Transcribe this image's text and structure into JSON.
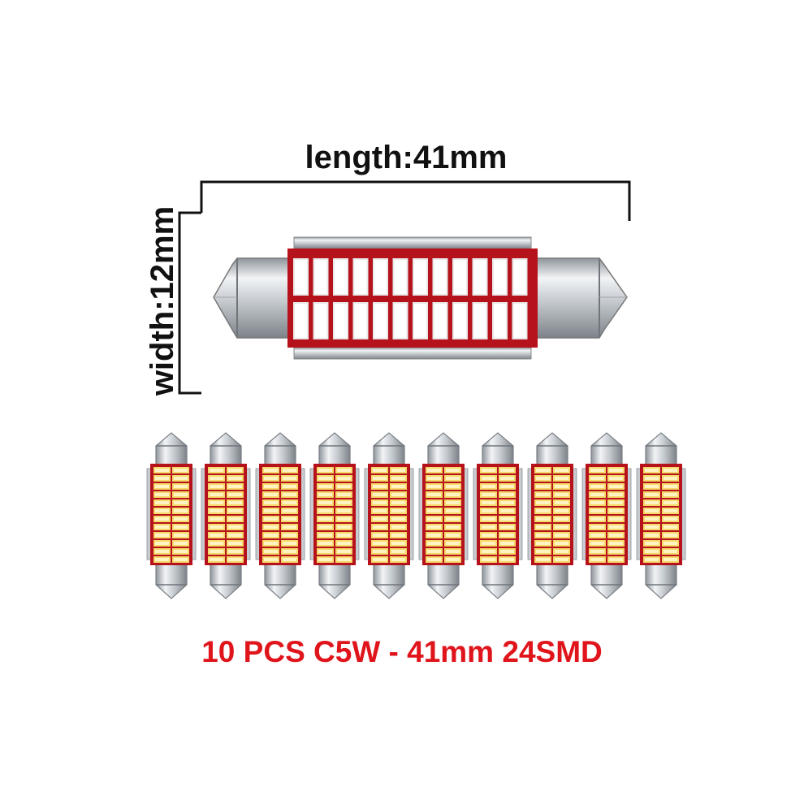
{
  "dimensions": {
    "length_label": "length:41mm",
    "width_label": "width:12mm"
  },
  "product": {
    "caption": "10 PCS C5W - 41mm 24SMD",
    "bulb_count": 10
  },
  "colors": {
    "caption": "#e0151c",
    "pcb": "#b5121b",
    "led_large": "#ffffff",
    "led_small": "#f7d96a",
    "metal": "#c8ccd0"
  }
}
